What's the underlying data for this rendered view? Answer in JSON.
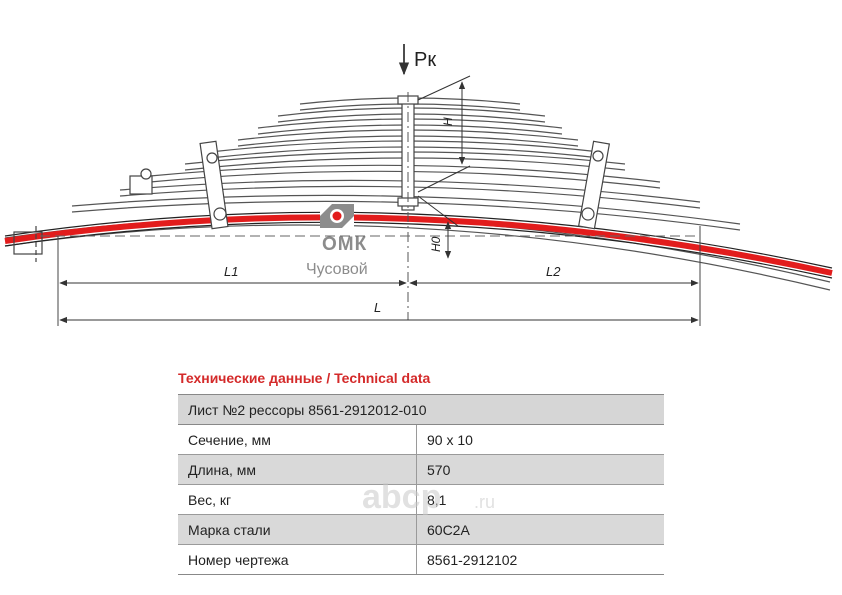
{
  "drawing": {
    "load_label": "Pк",
    "height_label": "H",
    "h0_label": "H0",
    "l1_label": "L1",
    "l2_label": "L2",
    "l_label": "L",
    "accent_color": "#e21c1c"
  },
  "logo": {
    "brand": "ОМК",
    "city": "Чусовой",
    "color": "#8c8c8c"
  },
  "spec": {
    "title": "Технические данные / Technical data",
    "header": "Лист №2 рессоры 8561-2912012-010",
    "rows": [
      {
        "label": "Сечение, мм",
        "value": "90 x 10"
      },
      {
        "label": "Длина, мм",
        "value": "570"
      },
      {
        "label": "Вес, кг",
        "value": "8,1"
      },
      {
        "label": "Марка стали",
        "value": "60С2А"
      },
      {
        "label": "Номер чертежа",
        "value": "8561-2912102"
      }
    ]
  },
  "watermark": {
    "text": "abcp",
    "suffix": ".ru"
  }
}
